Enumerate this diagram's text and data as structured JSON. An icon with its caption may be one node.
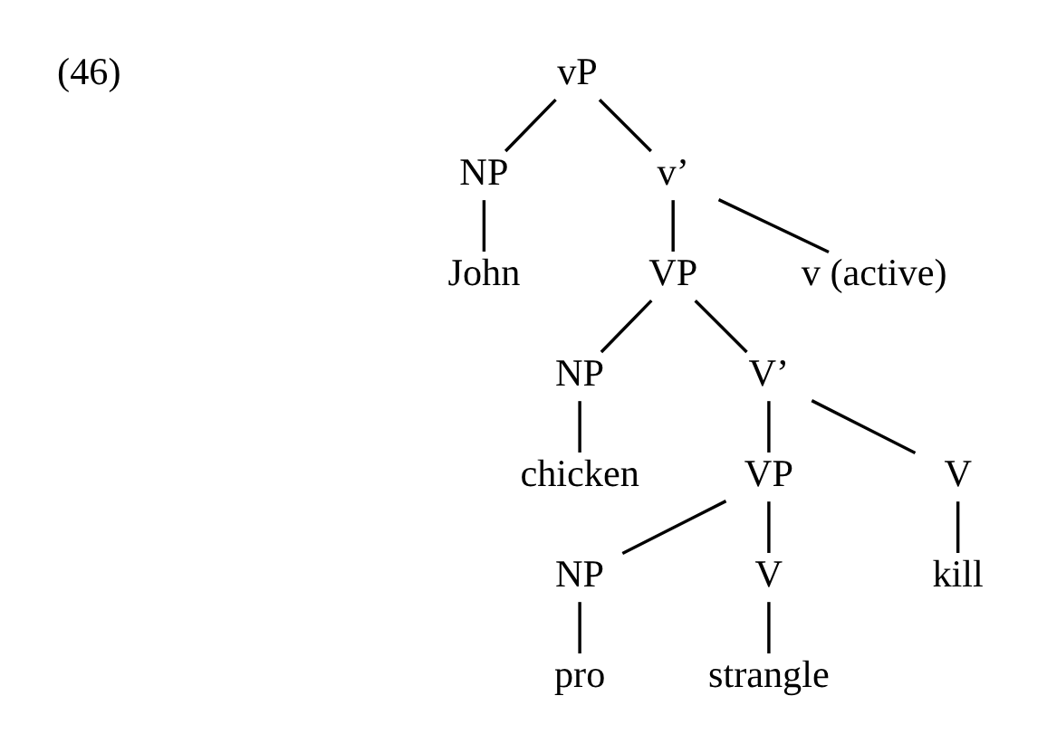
{
  "diagram": {
    "nodes": [
      {
        "text": [
          "vP"
        ]
      },
      {
        "text": [
          "NP"
        ]
      },
      {
        "text": [
          "v’"
        ]
      },
      {
        "text": [
          "John"
        ]
      },
      {
        "text": [
          "VP"
        ]
      },
      {
        "text": [
          "v (active)"
        ]
      },
      {
        "text": [
          "NP"
        ]
      },
      {
        "text": [
          "V’"
        ]
      },
      {
        "text": [
          "chicken"
        ]
      },
      {
        "text": [
          "VP"
        ]
      },
      {
        "text": [
          "V"
        ]
      },
      {
        "text": [
          "NP"
        ]
      },
      {
        "text": [
          "V"
        ]
      },
      {
        "text": [
          "kill"
        ]
      },
      {
        "text": [
          "pro"
        ]
      },
      {
        "text": [
          "strangle"
        ]
      }
    ],
    "edges": [
      {
        "from": 0,
        "to": 1,
        "arrow": "none"
      },
      {
        "from": 0,
        "to": 2,
        "arrow": "none"
      },
      {
        "from": 1,
        "to": 3,
        "arrow": "none"
      },
      {
        "from": 2,
        "to": 4,
        "arrow": "none"
      },
      {
        "from": 2,
        "to": 5,
        "arrow": "none"
      },
      {
        "from": 4,
        "to": 6,
        "arrow": "none"
      },
      {
        "from": 4,
        "to": 7,
        "arrow": "none"
      },
      {
        "from": 6,
        "to": 8,
        "arrow": "none"
      },
      {
        "from": 7,
        "to": 9,
        "arrow": "none"
      },
      {
        "from": 7,
        "to": 10,
        "arrow": "none"
      },
      {
        "from": 9,
        "to": 11,
        "arrow": "none"
      },
      {
        "from": 9,
        "to": 12,
        "arrow": "none"
      },
      {
        "from": 10,
        "to": 13,
        "arrow": "none"
      },
      {
        "from": 11,
        "to": 14,
        "arrow": "none"
      },
      {
        "from": 12,
        "to": 15,
        "arrow": "none"
      }
    ],
    "labels": [
      "(46)"
    ]
  }
}
